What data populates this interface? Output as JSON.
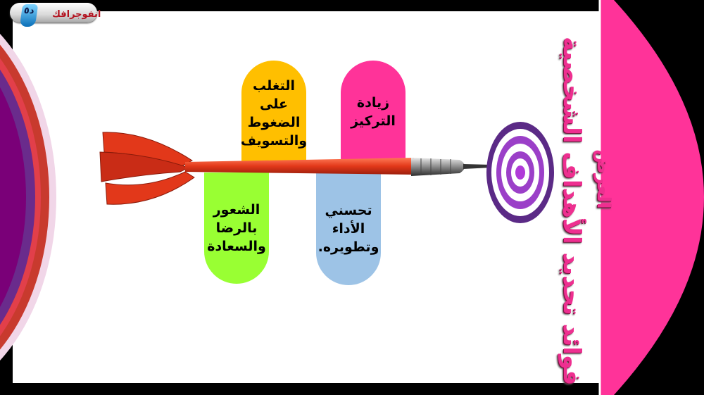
{
  "badge": {
    "icon_text": "د٥",
    "label": "انفوجرافك"
  },
  "title": {
    "line1": "فوائد تحديد الأهداف الشخصية",
    "line2": "العرض"
  },
  "benefits": [
    {
      "id": "overcome",
      "text": "التغلب على الضغوط والتسويف",
      "lines": [
        "التغلب",
        "على",
        "الضغوط",
        "والتسويف"
      ],
      "color": "#ffbf00"
    },
    {
      "id": "focus",
      "text": "زيادة التركيز",
      "lines": [
        "زيادة",
        "التركيز"
      ],
      "color": "#ff3399"
    },
    {
      "id": "satisfaction",
      "text": "الشعور بالرضا والسعادة",
      "lines": [
        "الشعور",
        "بالرضا",
        "والسعادة"
      ],
      "color": "#99ff33"
    },
    {
      "id": "performance",
      "text": "تحسني الأداء وتطويره.",
      "lines": [
        "تحسني",
        "الأداء",
        "وتطويره."
      ],
      "color": "#9dc3e6"
    }
  ],
  "icons": {
    "dart": "dart-arrow-icon",
    "target": "dartboard-target-icon"
  },
  "colors": {
    "background": "#000000",
    "slide": "#ffffff",
    "title": "#ee2f90",
    "right_band": "#ff3399",
    "left_band": "#800080"
  }
}
